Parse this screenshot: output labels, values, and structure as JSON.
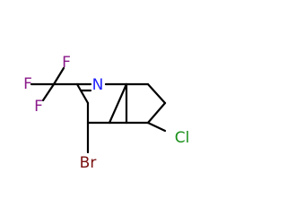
{
  "molecule": {
    "atoms": {
      "nitrogen": "N",
      "fluorine_top": "F",
      "fluorine_left": "F",
      "fluorine_bottom": "F",
      "bromine": "Br",
      "chlorine": "Cl"
    },
    "colors": {
      "bond": "#000000",
      "nitrogen": "#1f1fff",
      "fluorine": "#8a1a8a",
      "bromine": "#7a1010",
      "chlorine": "#1a8f1a"
    }
  }
}
